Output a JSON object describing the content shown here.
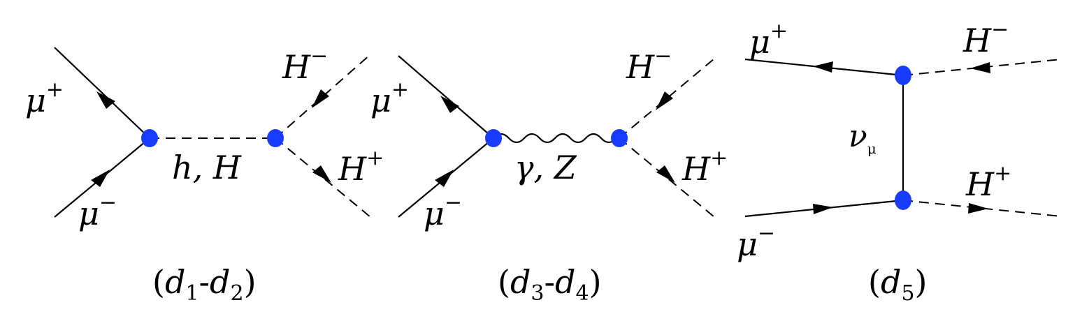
{
  "diagrams": [
    {
      "mu_plus": {
        "base": "μ",
        "sup": "+"
      },
      "mu_minus": {
        "base": "μ",
        "sup": "−"
      },
      "h_minus": {
        "base": "H",
        "sup": "−"
      },
      "h_plus": {
        "base": "H",
        "sup": "+"
      },
      "propagator": "h, H",
      "caption": {
        "open": "(",
        "a": "d",
        "a_sub": "1",
        "sep": "-",
        "b": "d",
        "b_sub": "2",
        "close": ")"
      }
    },
    {
      "mu_plus": {
        "base": "μ",
        "sup": "+"
      },
      "mu_minus": {
        "base": "μ",
        "sup": "−"
      },
      "h_minus": {
        "base": "H",
        "sup": "−"
      },
      "h_plus": {
        "base": "H",
        "sup": "+"
      },
      "propagator": "γ, Z",
      "caption": {
        "open": "(",
        "a": "d",
        "a_sub": "3",
        "sep": "-",
        "b": "d",
        "b_sub": "4",
        "close": ")"
      }
    },
    {
      "mu_plus": {
        "base": "μ",
        "sup": "+"
      },
      "mu_minus": {
        "base": "μ",
        "sup": "−"
      },
      "h_minus": {
        "base": "H",
        "sup": "−"
      },
      "h_plus": {
        "base": "H",
        "sup": "+"
      },
      "propagator": {
        "base": "ν",
        "sub": "μ"
      },
      "caption": {
        "open": "(",
        "a": "d",
        "a_sub": "5",
        "close": ")"
      }
    }
  ],
  "colors": {
    "vertex": "#1a3cff",
    "line": "#000000"
  }
}
